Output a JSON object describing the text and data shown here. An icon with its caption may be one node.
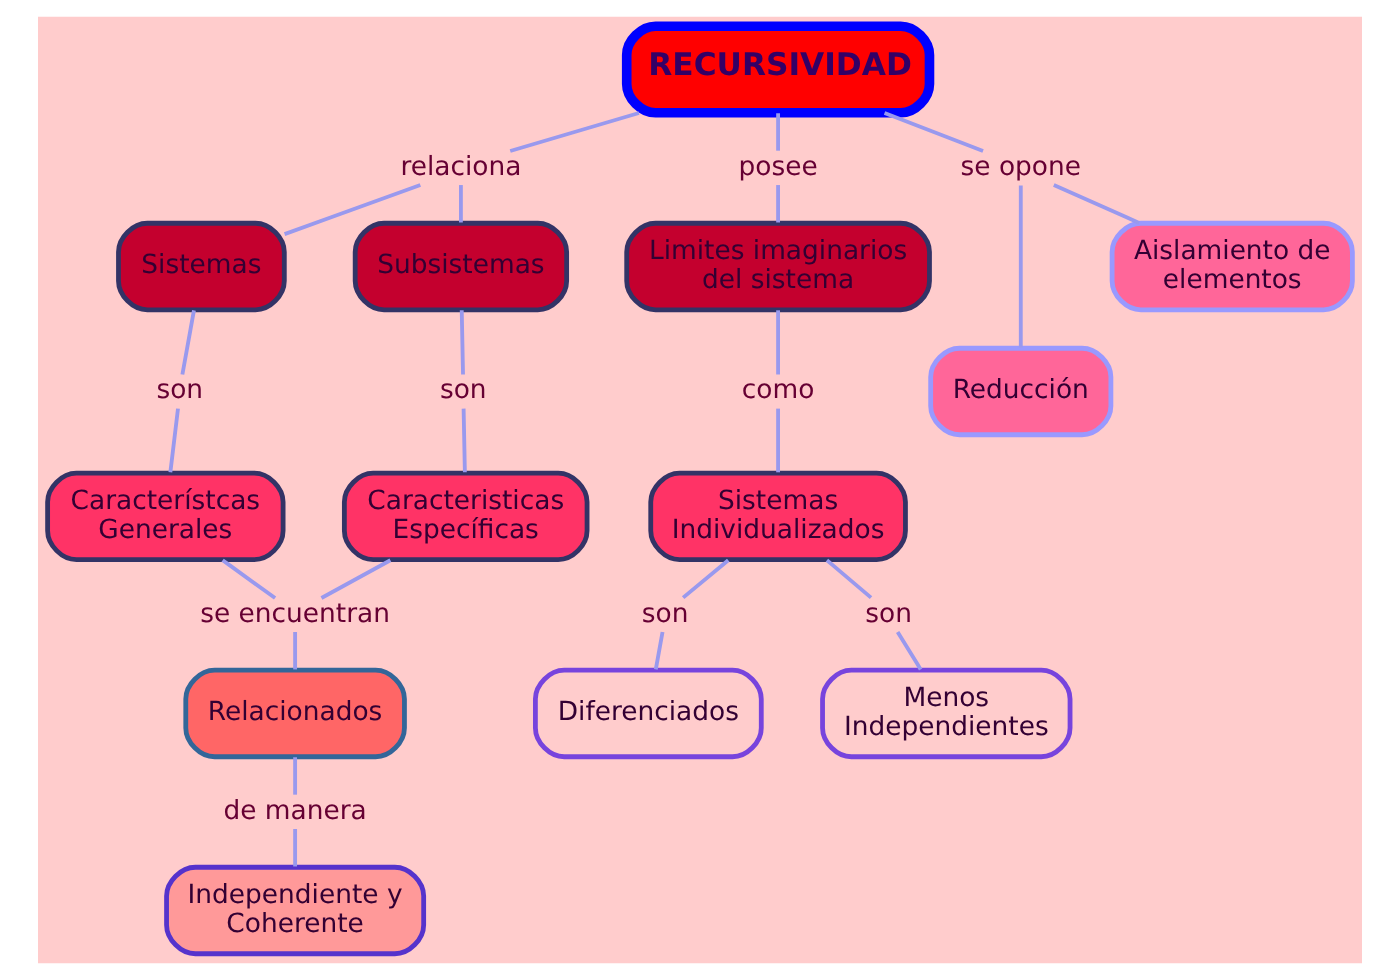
{
  "diagram": {
    "nodes": [
      {
        "text": [
          "RECURSIVIDAD"
        ]
      },
      {
        "text": [
          "relaciona"
        ]
      },
      {
        "text": [
          "posee"
        ]
      },
      {
        "text": [
          "se opone"
        ]
      },
      {
        "text": [
          "Aislamiento de elementos"
        ]
      },
      {
        "text": [
          "Sistemas"
        ]
      },
      {
        "text": [
          "Subsistemas"
        ]
      },
      {
        "text": [
          "Limites imaginarios del sistema"
        ]
      },
      {
        "text": [
          "son"
        ]
      },
      {
        "text": [
          "son"
        ]
      },
      {
        "text": [
          "como"
        ]
      },
      {
        "text": [
          "Característcas Generales"
        ]
      },
      {
        "text": [
          "Caracteristicas Específicas"
        ]
      },
      {
        "text": [
          "Reducción"
        ]
      },
      {
        "text": [
          "Sistemas Individualizados"
        ]
      },
      {
        "text": [
          "se encuentran"
        ]
      },
      {
        "text": [
          "son"
        ]
      },
      {
        "text": [
          "son"
        ]
      },
      {
        "text": [
          "Relacionados"
        ]
      },
      {
        "text": [
          "Diferenciados"
        ]
      },
      {
        "text": [
          "Menos Independientes"
        ]
      },
      {
        "text": [
          "de manera"
        ]
      },
      {
        "text": [
          "Independiente y Coherente"
        ]
      }
    ],
    "edges": [
      {
        "from": 0,
        "to": 1,
        "arrow": "none"
      },
      {
        "from": 1,
        "to": 5,
        "arrow": "none"
      },
      {
        "from": 1,
        "to": 6,
        "arrow": "none"
      },
      {
        "from": 0,
        "to": 2,
        "arrow": "none"
      },
      {
        "from": 2,
        "to": 7,
        "arrow": "none"
      },
      {
        "from": 0,
        "to": 3,
        "arrow": "none"
      },
      {
        "from": 3,
        "to": 13,
        "arrow": "none"
      },
      {
        "from": 3,
        "to": 4,
        "arrow": "none"
      },
      {
        "from": 5,
        "to": 8,
        "arrow": "none"
      },
      {
        "from": 8,
        "to": 11,
        "arrow": "none"
      },
      {
        "from": 6,
        "to": 9,
        "arrow": "none"
      },
      {
        "from": 9,
        "to": 12,
        "arrow": "none"
      },
      {
        "from": 7,
        "to": 10,
        "arrow": "none"
      },
      {
        "from": 10,
        "to": 14,
        "arrow": "none"
      },
      {
        "from": 11,
        "to": 15,
        "arrow": "none"
      },
      {
        "from": 12,
        "to": 15,
        "arrow": "none"
      },
      {
        "from": 15,
        "to": 18,
        "arrow": "none"
      },
      {
        "from": 18,
        "to": 21,
        "arrow": "none"
      },
      {
        "from": 21,
        "to": 22,
        "arrow": "none"
      },
      {
        "from": 14,
        "to": 16,
        "arrow": "none"
      },
      {
        "from": 16,
        "to": 19,
        "arrow": "none"
      },
      {
        "from": 14,
        "to": 17,
        "arrow": "none"
      },
      {
        "from": 17,
        "to": 20,
        "arrow": "none"
      }
    ]
  }
}
